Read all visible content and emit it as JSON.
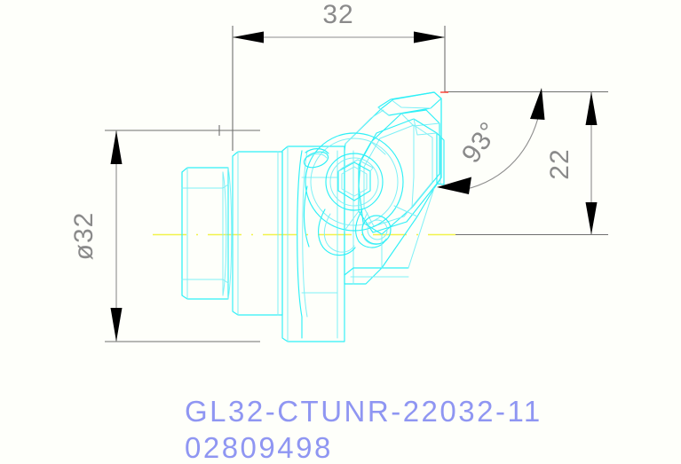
{
  "drawing": {
    "title_line_1": "GL32-CTUNR-22032-11",
    "title_line_2": "02809498",
    "background_color": "#fefffa",
    "geometry_color": "#2ff0f7",
    "dimension_color": "#8a8a8a",
    "centerline_color": "#f2f24a",
    "label_color": "#8f96f2"
  },
  "dimensions": {
    "length": {
      "name": "length-32",
      "value": "32",
      "orientation": "horizontal",
      "position": "top"
    },
    "diameter": {
      "name": "diameter-32",
      "value": "ø32",
      "orientation": "vertical-rotated",
      "position": "left"
    },
    "height": {
      "name": "height-22",
      "value": "22",
      "orientation": "vertical-rotated",
      "position": "right"
    },
    "angle": {
      "name": "angle-93",
      "value": "93°",
      "orientation": "rotated",
      "position": "right-of-head"
    }
  },
  "features": {
    "shank": "cylindrical-shank",
    "flange": "mounting-flange",
    "head": "angled-cutting-head",
    "insert": "triangular-carbide-insert",
    "clamp_screw": "hex-socket-clamp-screw",
    "axis": "horizontal-center-axis"
  }
}
